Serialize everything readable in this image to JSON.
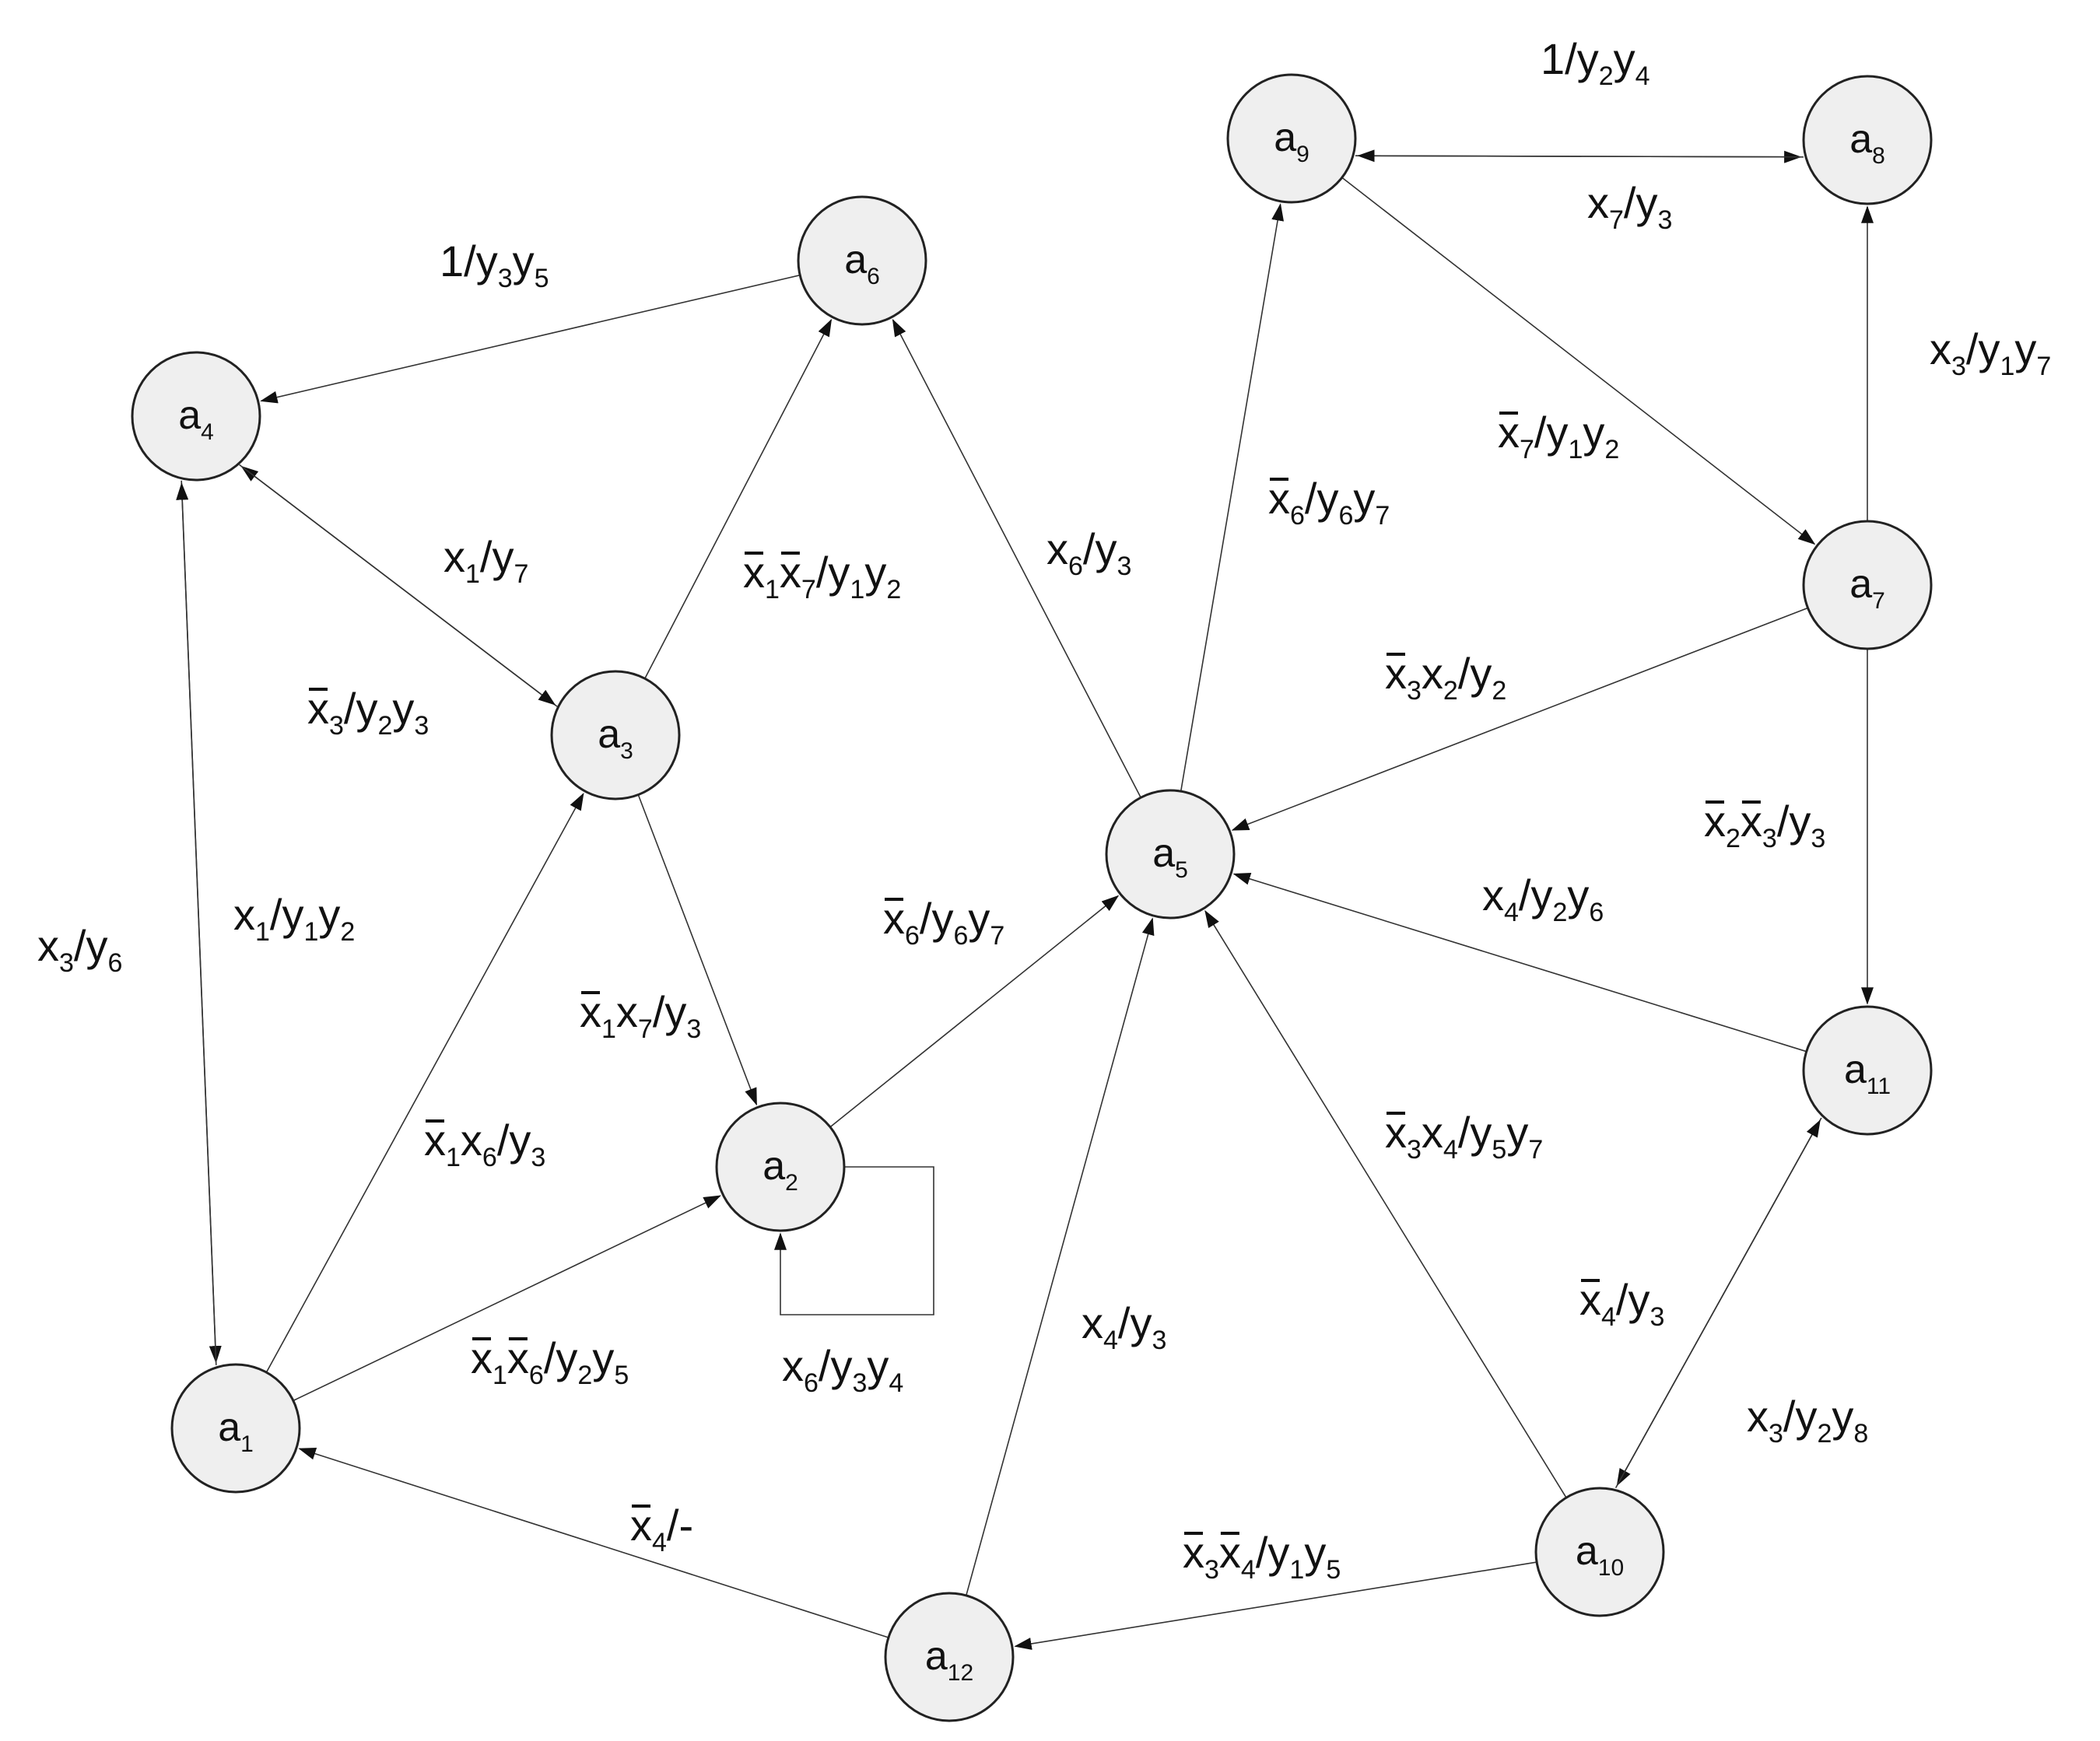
{
  "colors": {
    "node_fill": "#efefef",
    "stroke": "#222222",
    "edge": "#333333",
    "text": "#111111"
  },
  "nodes": [
    {
      "id": "a1",
      "name": "a",
      "sub": "1"
    },
    {
      "id": "a2",
      "name": "a",
      "sub": "2"
    },
    {
      "id": "a3",
      "name": "a",
      "sub": "3"
    },
    {
      "id": "a4",
      "name": "a",
      "sub": "4"
    },
    {
      "id": "a5",
      "name": "a",
      "sub": "5"
    },
    {
      "id": "a6",
      "name": "a",
      "sub": "6"
    },
    {
      "id": "a7",
      "name": "a",
      "sub": "7"
    },
    {
      "id": "a8",
      "name": "a",
      "sub": "8"
    },
    {
      "id": "a9",
      "name": "a",
      "sub": "9"
    },
    {
      "id": "a10",
      "name": "a",
      "sub": "10"
    },
    {
      "id": "a11",
      "name": "a",
      "sub": "11"
    },
    {
      "id": "a12",
      "name": "a",
      "sub": "12"
    }
  ],
  "edges": [
    {
      "from": "a9",
      "to": "a8",
      "label": [
        [
          "x"
        ],
        [
          "7",
          "s"
        ],
        [
          "/y"
        ],
        [
          "3",
          "s"
        ]
      ]
    },
    {
      "from": "a8",
      "to": "a9",
      "label": [
        [
          "1/y"
        ],
        [
          "2",
          "s"
        ],
        [
          "y"
        ],
        [
          "4",
          "s"
        ]
      ]
    },
    {
      "from": "a6",
      "to": "a4",
      "label": [
        [
          "1/y"
        ],
        [
          "3",
          "s"
        ],
        [
          "y"
        ],
        [
          "5",
          "s"
        ]
      ]
    },
    {
      "from": "a7",
      "to": "a8",
      "label": [
        [
          "x"
        ],
        [
          "3",
          "s"
        ],
        [
          "/y"
        ],
        [
          "1",
          "s"
        ],
        [
          "y"
        ],
        [
          "7",
          "s"
        ]
      ]
    },
    {
      "from": "a9",
      "to": "a7",
      "label": [
        [
          "x",
          "b"
        ],
        [
          "7",
          "s"
        ],
        [
          "/y"
        ],
        [
          "1",
          "s"
        ],
        [
          "y"
        ],
        [
          "2",
          "s"
        ]
      ]
    },
    {
      "from": "a5",
      "to": "a9",
      "label": [
        [
          "x",
          "b"
        ],
        [
          "6",
          "s"
        ],
        [
          "/y"
        ],
        [
          "6",
          "s"
        ],
        [
          "y"
        ],
        [
          "7",
          "s"
        ]
      ]
    },
    {
      "from": "a3",
      "to": "a4",
      "label": [
        [
          "x"
        ],
        [
          "1",
          "s"
        ],
        [
          "/y"
        ],
        [
          "7",
          "s"
        ]
      ]
    },
    {
      "from": "a4",
      "to": "a3",
      "label": [
        [
          "x",
          "b"
        ],
        [
          "3",
          "s"
        ],
        [
          "/y"
        ],
        [
          "2",
          "s"
        ],
        [
          "y"
        ],
        [
          "3",
          "s"
        ]
      ]
    },
    {
      "from": "a3",
      "to": "a6",
      "label": [
        [
          "x",
          "b"
        ],
        [
          "1",
          "s"
        ],
        [
          "x",
          "b"
        ],
        [
          "7",
          "s"
        ],
        [
          "/y"
        ],
        [
          "1",
          "s"
        ],
        [
          "y"
        ],
        [
          "2",
          "s"
        ]
      ]
    },
    {
      "from": "a5",
      "to": "a6",
      "label": [
        [
          "x"
        ],
        [
          "6",
          "s"
        ],
        [
          "/y"
        ],
        [
          "3",
          "s"
        ]
      ]
    },
    {
      "from": "a7",
      "to": "a5",
      "label": [
        [
          "x",
          "b"
        ],
        [
          "3",
          "s"
        ],
        [
          "x"
        ],
        [
          "2",
          "s"
        ],
        [
          "/y"
        ],
        [
          "2",
          "s"
        ]
      ]
    },
    {
      "from": "a7",
      "to": "a11",
      "label": [
        [
          "x",
          "b"
        ],
        [
          "2",
          "s"
        ],
        [
          "x",
          "b"
        ],
        [
          "3",
          "s"
        ],
        [
          "/y"
        ],
        [
          "3",
          "s"
        ]
      ]
    },
    {
      "from": "a11",
      "to": "a5",
      "label": [
        [
          "x"
        ],
        [
          "4",
          "s"
        ],
        [
          "/y"
        ],
        [
          "2",
          "s"
        ],
        [
          "y"
        ],
        [
          "6",
          "s"
        ]
      ]
    },
    {
      "from": "a4",
      "to": "a1",
      "label": [
        [
          "x"
        ],
        [
          "3",
          "s"
        ],
        [
          "/y"
        ],
        [
          "6",
          "s"
        ]
      ]
    },
    {
      "from": "a1",
      "to": "a4",
      "label": []
    },
    {
      "from": "a1",
      "to": "a3",
      "label": [
        [
          "x"
        ],
        [
          "1",
          "s"
        ],
        [
          "/y"
        ],
        [
          "1",
          "s"
        ],
        [
          "y"
        ],
        [
          "2",
          "s"
        ]
      ]
    },
    {
      "from": "a2",
      "to": "a5",
      "label": [
        [
          "x",
          "b"
        ],
        [
          "6",
          "s"
        ],
        [
          "/y"
        ],
        [
          "6",
          "s"
        ],
        [
          "y"
        ],
        [
          "7",
          "s"
        ]
      ]
    },
    {
      "from": "a3",
      "to": "a2",
      "label": [
        [
          "x",
          "b"
        ],
        [
          "1",
          "s"
        ],
        [
          "x"
        ],
        [
          "7",
          "s"
        ],
        [
          "/y"
        ],
        [
          "3",
          "s"
        ]
      ]
    },
    {
      "from": "a1",
      "to": "a2",
      "label": [
        [
          "x",
          "b"
        ],
        [
          "1",
          "s"
        ],
        [
          "x"
        ],
        [
          "6",
          "s"
        ],
        [
          "/y"
        ],
        [
          "3",
          "s"
        ]
      ]
    },
    {
      "from": "a1",
      "to": "a2",
      "id": "a1-a2-label2",
      "label": [
        [
          "x",
          "b"
        ],
        [
          "1",
          "s"
        ],
        [
          "x",
          "b"
        ],
        [
          "6",
          "s"
        ],
        [
          "/y"
        ],
        [
          "2",
          "s"
        ],
        [
          "y"
        ],
        [
          "5",
          "s"
        ]
      ]
    },
    {
      "from": "a2",
      "to": "a2",
      "label": [
        [
          "x"
        ],
        [
          "6",
          "s"
        ],
        [
          "/y"
        ],
        [
          "3",
          "s"
        ],
        [
          "y"
        ],
        [
          "4",
          "s"
        ]
      ]
    },
    {
      "from": "a10",
      "to": "a5",
      "label": [
        [
          "x",
          "b"
        ],
        [
          "3",
          "s"
        ],
        [
          "x"
        ],
        [
          "4",
          "s"
        ],
        [
          "/y"
        ],
        [
          "5",
          "s"
        ],
        [
          "y"
        ],
        [
          "7",
          "s"
        ]
      ]
    },
    {
      "from": "a12",
      "to": "a5",
      "label": [
        [
          "x"
        ],
        [
          "4",
          "s"
        ],
        [
          "/y"
        ],
        [
          "3",
          "s"
        ]
      ]
    },
    {
      "from": "a11",
      "to": "a10",
      "label": [
        [
          "x",
          "b"
        ],
        [
          "4",
          "s"
        ],
        [
          "/y"
        ],
        [
          "3",
          "s"
        ]
      ]
    },
    {
      "from": "a10",
      "to": "a11",
      "label": [
        [
          "x"
        ],
        [
          "3",
          "s"
        ],
        [
          "/y"
        ],
        [
          "2",
          "s"
        ],
        [
          "y"
        ],
        [
          "8",
          "s"
        ]
      ]
    },
    {
      "from": "a12",
      "to": "a1",
      "label": [
        [
          "x",
          "b"
        ],
        [
          "4",
          "s"
        ],
        [
          "/-"
        ]
      ]
    },
    {
      "from": "a10",
      "to": "a12",
      "label": [
        [
          "x",
          "b"
        ],
        [
          "3",
          "s"
        ],
        [
          "x",
          "b"
        ],
        [
          "4",
          "s"
        ],
        [
          "/y"
        ],
        [
          "1",
          "s"
        ],
        [
          "y"
        ],
        [
          "5",
          "s"
        ]
      ]
    }
  ]
}
